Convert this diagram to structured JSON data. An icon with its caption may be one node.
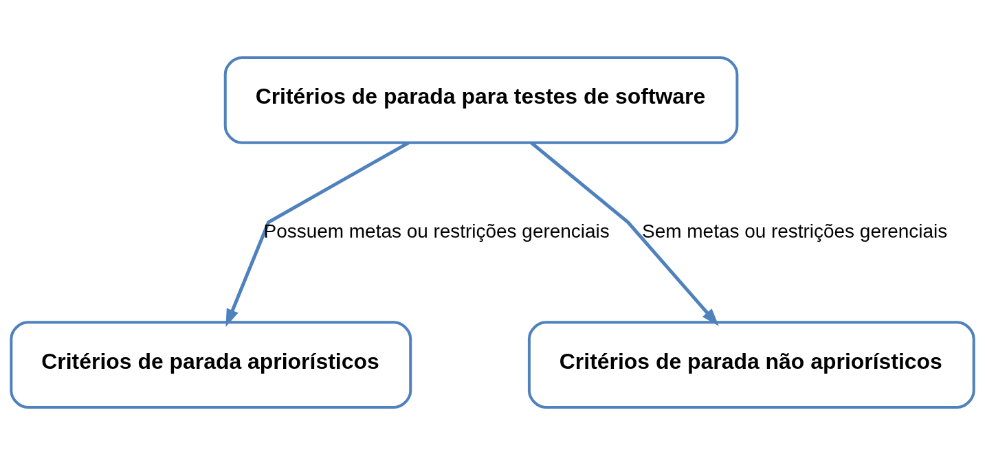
{
  "diagram": {
    "nodes": [
      {
        "text": [
          "Critérios de parada para testes de software"
        ]
      },
      {
        "text": [
          "Critérios de parada apriorísticos"
        ]
      },
      {
        "text": [
          "Critérios de parada não apriorísticos"
        ]
      }
    ],
    "edges": [
      {
        "from": 0,
        "to": 1,
        "arrow": "to",
        "label": "Possuem metas ou restrições gerenciais"
      },
      {
        "from": 0,
        "to": 2,
        "arrow": "to",
        "label": "Sem metas ou restrições gerenciais"
      }
    ]
  }
}
